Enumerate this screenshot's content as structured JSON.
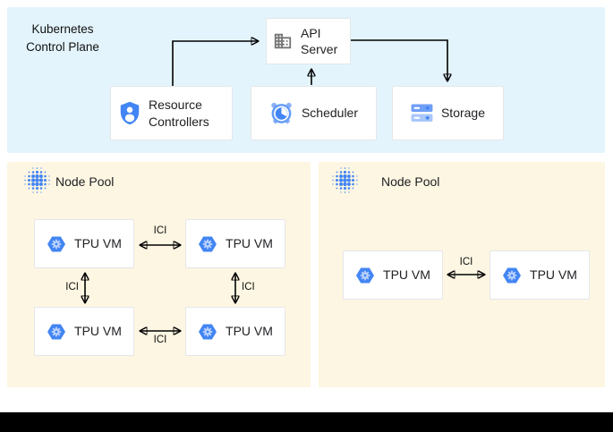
{
  "control_plane": {
    "title": "Kubernetes\nControl Plane",
    "api_server_label": "API Server",
    "resource_controllers_label": "Resource Controllers",
    "scheduler_label": "Scheduler",
    "storage_label": "Storage"
  },
  "pools": [
    {
      "label": "Node Pool",
      "vms": [
        "TPU VM",
        "TPU VM",
        "TPU VM",
        "TPU VM"
      ],
      "ici": [
        "ICI",
        "ICI",
        "ICI",
        "ICI"
      ]
    },
    {
      "label": "Node Pool",
      "vms": [
        "TPU VM",
        "TPU VM"
      ],
      "ici": [
        "ICI"
      ]
    }
  ],
  "colors": {
    "control_plane_bg": "#E3F4FC",
    "pool_bg": "#FDF6E2",
    "icon_blue": "#4285F4",
    "icon_blue_light": "#7BAAF7",
    "icon_gray": "#757575",
    "arrow": "#000000"
  }
}
